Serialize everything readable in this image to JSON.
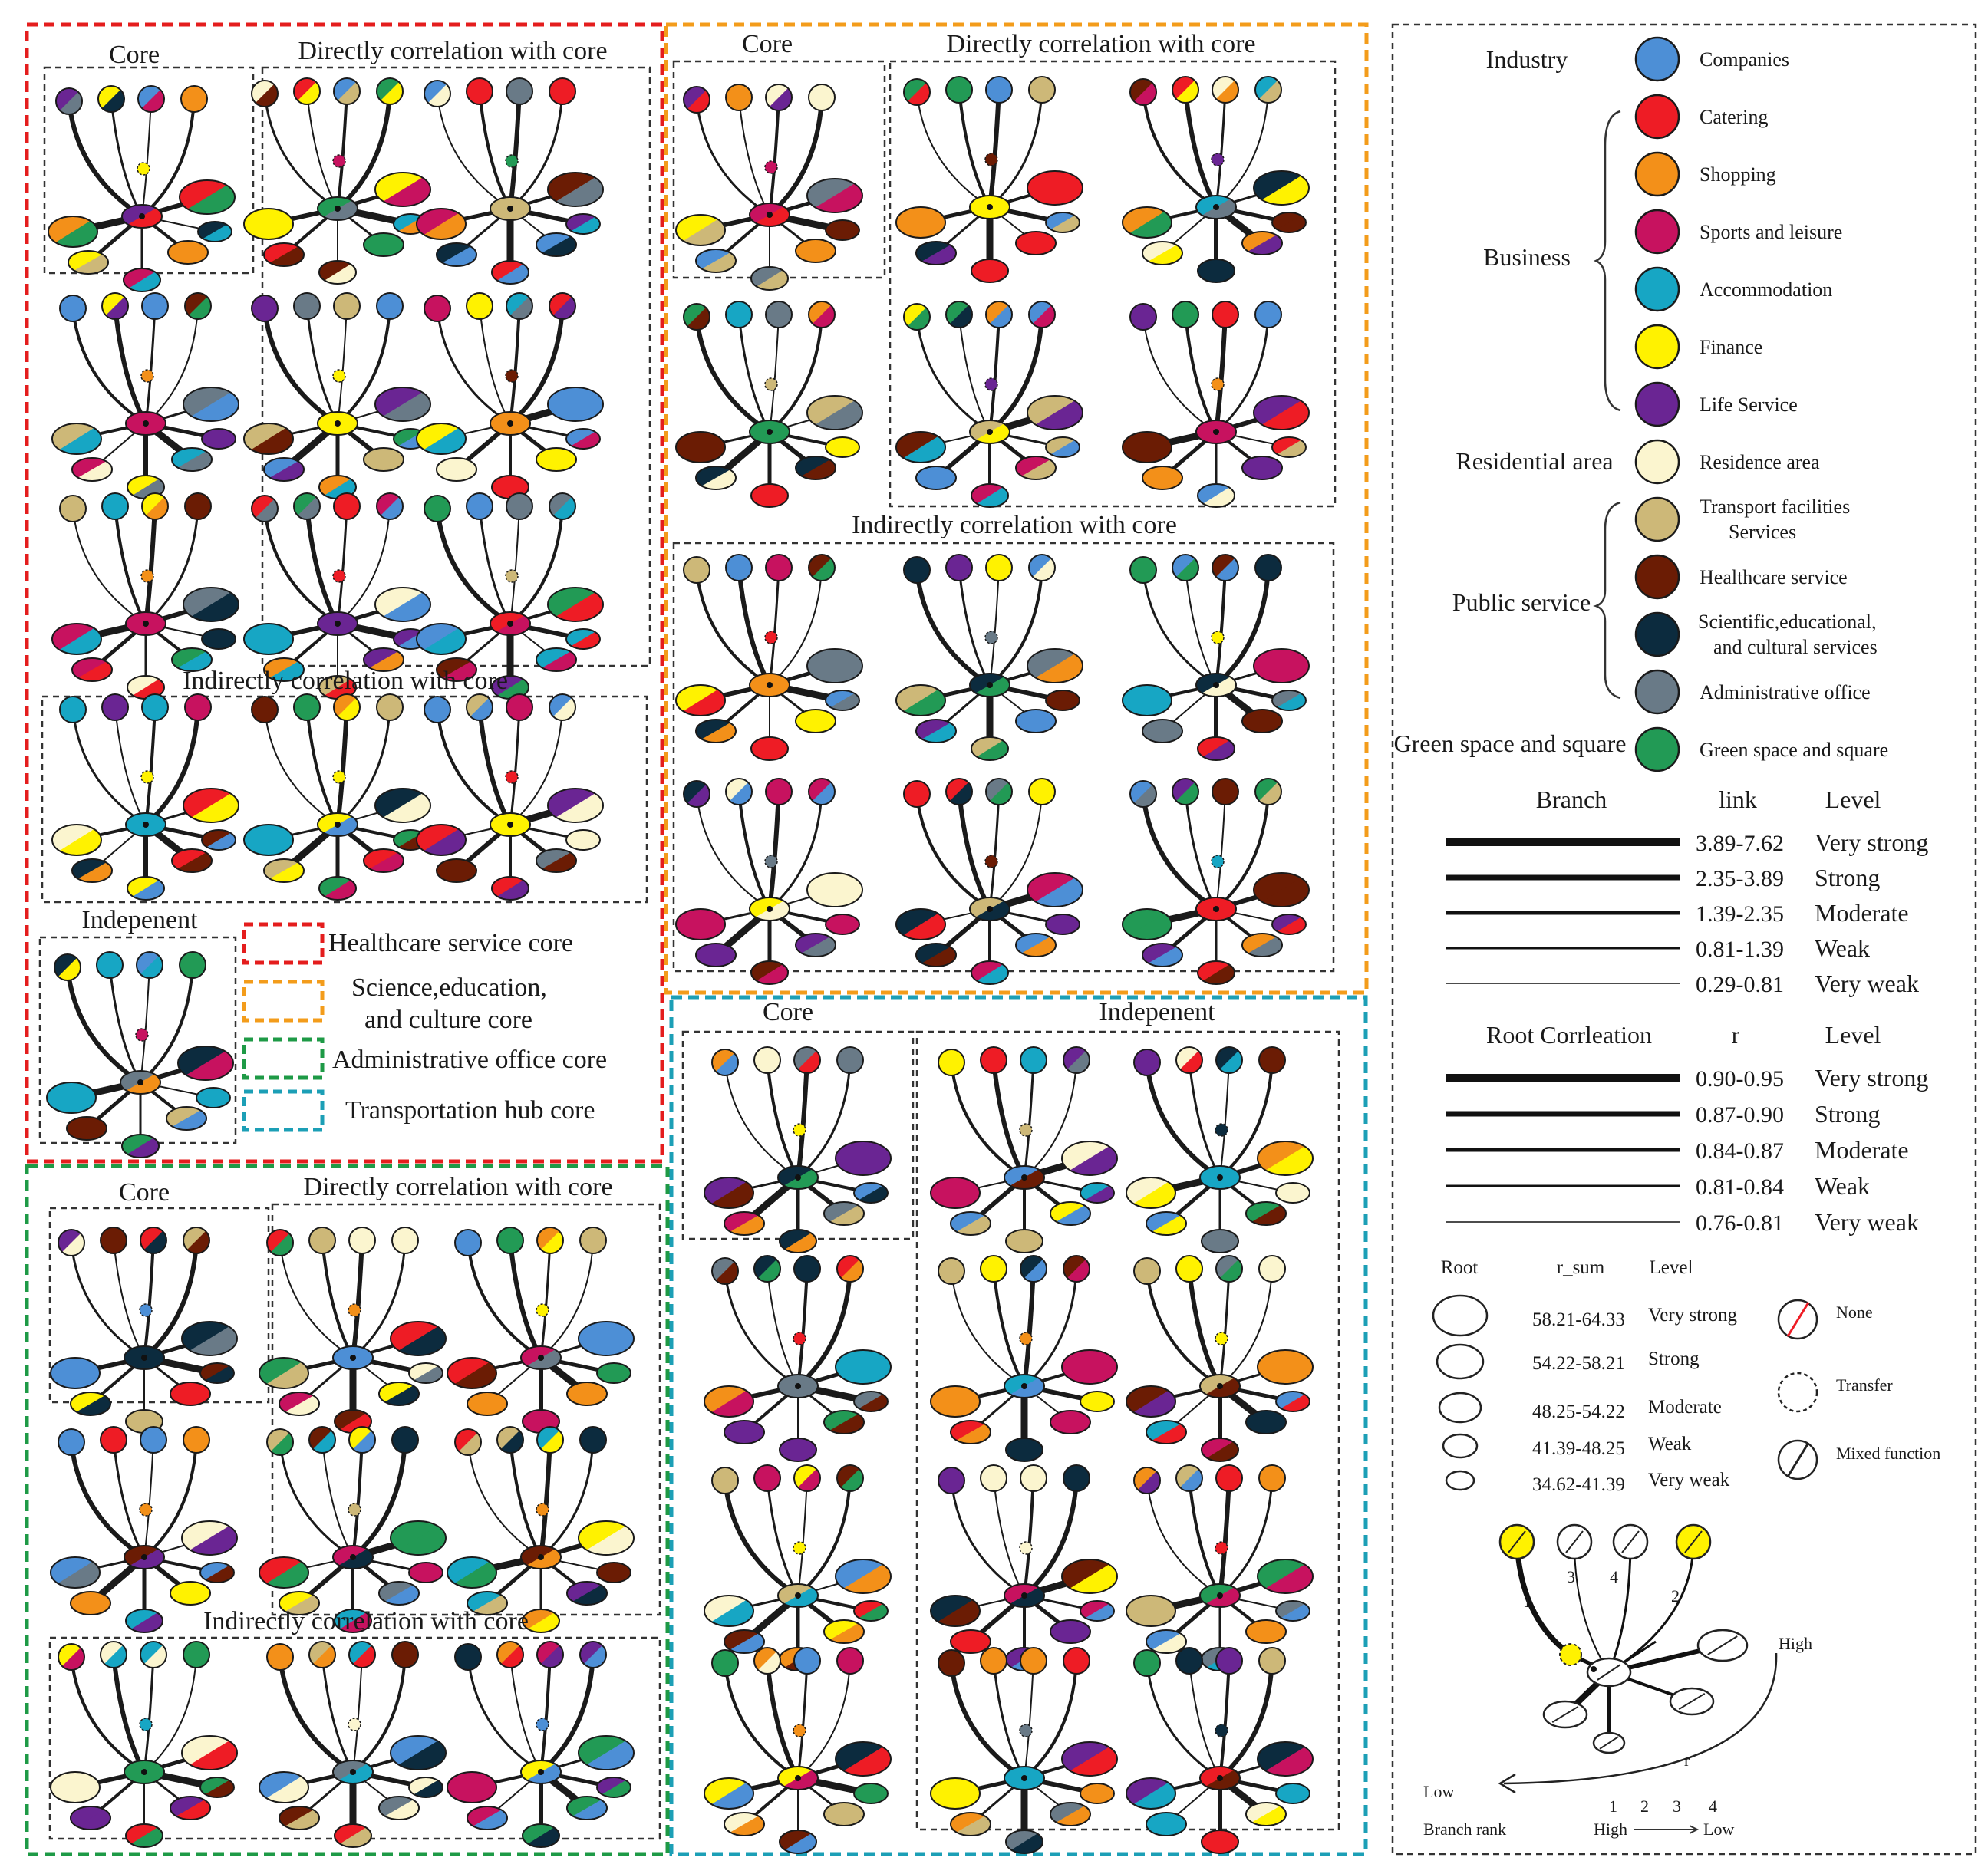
{
  "palette": {
    "companies": "#4d8fd6",
    "catering": "#ee1c25",
    "shopping": "#f39019",
    "sports": "#c7125f",
    "accommodation": "#17a6c4",
    "finance": "#fff200",
    "life": "#6a2593",
    "residence": "#fbf5cf",
    "transport": "#cdb878",
    "healthcare": "#6b1c04",
    "science": "#0c2b3e",
    "admin": "#697a87",
    "green": "#229a55"
  },
  "frame_colors": {
    "healthcare": "#e41d1d",
    "science": "#f39c1b",
    "admin": "#1e9a46",
    "transport": "#1c9fb6"
  },
  "groups": {
    "healthcare": {
      "core": "Core",
      "direct": "Directly correlation with core",
      "indirect": "Indirectly correlation with core",
      "independent": "Indepenent"
    },
    "science": {
      "core": "Core",
      "direct": "Directly correlation with core",
      "indirect": "Indirectly correlation with core"
    },
    "admin": {
      "core": "Core",
      "direct": "Directly correlation with core",
      "indirect": "Indirectly correlation with core"
    },
    "transport": {
      "core": "Core",
      "independent": "Indepenent"
    }
  },
  "core_legend": [
    {
      "label": "Healthcare service core",
      "color": "#e41d1d"
    },
    {
      "label": "Science,education,",
      "label2": "and culture core",
      "color": "#f39c1b"
    },
    {
      "label": "Administrative office core",
      "color": "#1e9a46"
    },
    {
      "label": "Transportation hub core",
      "color": "#1c9fb6"
    }
  ],
  "legend": {
    "categories": [
      {
        "group": "Industry",
        "label": "Companies",
        "color": "#4d8fd6"
      },
      {
        "group": "Business",
        "label": "Catering",
        "color": "#ee1c25"
      },
      {
        "group": "Business",
        "label": "Shopping",
        "color": "#f39019"
      },
      {
        "group": "Business",
        "label": "Sports and leisure",
        "color": "#c7125f"
      },
      {
        "group": "Business",
        "label": "Accommodation",
        "color": "#17a6c4"
      },
      {
        "group": "Business",
        "label": "Finance",
        "color": "#fff200"
      },
      {
        "group": "Business",
        "label": "Life Service",
        "color": "#6a2593"
      },
      {
        "group": "Residential area",
        "label": "Residence area",
        "color": "#fbf5cf"
      },
      {
        "group": "Public service",
        "label": "Transport facilities",
        "label2": "Services",
        "color": "#cdb878"
      },
      {
        "group": "Public service",
        "label": "Healthcare service",
        "color": "#6b1c04"
      },
      {
        "group": "Public service",
        "label": "Scientific,educational,",
        "label2": "and cultural services",
        "color": "#0c2b3e"
      },
      {
        "group": "Public service",
        "label": "Administrative office",
        "color": "#697a87"
      },
      {
        "group": "Green space and square",
        "label": "Green space and square",
        "color": "#229a55"
      }
    ],
    "group_labels": {
      "industry": "Industry",
      "business": "Business",
      "residential": "Residential area",
      "public": "Public service",
      "green": "Green space and square"
    },
    "branch": {
      "header": [
        "Branch",
        "link",
        "Level"
      ],
      "rows": [
        {
          "range": "3.89-7.62",
          "level": "Very strong"
        },
        {
          "range": "2.35-3.89",
          "level": "Strong"
        },
        {
          "range": "1.39-2.35",
          "level": "Moderate"
        },
        {
          "range": "0.81-1.39",
          "level": "Weak"
        },
        {
          "range": "0.29-0.81",
          "level": "Very weak"
        }
      ]
    },
    "root_correlation": {
      "header": [
        "Root Corrleation",
        "r",
        "Level"
      ],
      "rows": [
        {
          "range": "0.90-0.95",
          "level": "Very strong"
        },
        {
          "range": "0.87-0.90",
          "level": "Strong"
        },
        {
          "range": "0.84-0.87",
          "level": "Moderate"
        },
        {
          "range": "0.81-0.84",
          "level": "Weak"
        },
        {
          "range": "0.76-0.81",
          "level": "Very weak"
        }
      ]
    },
    "root": {
      "header": [
        "Root",
        "r_sum",
        "Level"
      ],
      "rows": [
        {
          "range": "58.21-64.33",
          "level": "Very strong"
        },
        {
          "range": "54.22-58.21",
          "level": "Strong"
        },
        {
          "range": "48.25-54.22",
          "level": "Moderate"
        },
        {
          "range": "41.39-48.25",
          "level": "Weak"
        },
        {
          "range": "34.62-41.39",
          "level": "Very weak"
        }
      ],
      "symbols": [
        "None",
        "Transfer",
        "Mixed function"
      ]
    },
    "example": {
      "branch_numbers": [
        "1",
        "3",
        "4",
        "2"
      ],
      "high": "High",
      "low": "Low",
      "r": "r",
      "branch_rank": "Branch rank",
      "rank_numbers": [
        "1",
        "2",
        "3",
        "4"
      ],
      "rank_high": "High",
      "rank_low": "Low"
    }
  }
}
